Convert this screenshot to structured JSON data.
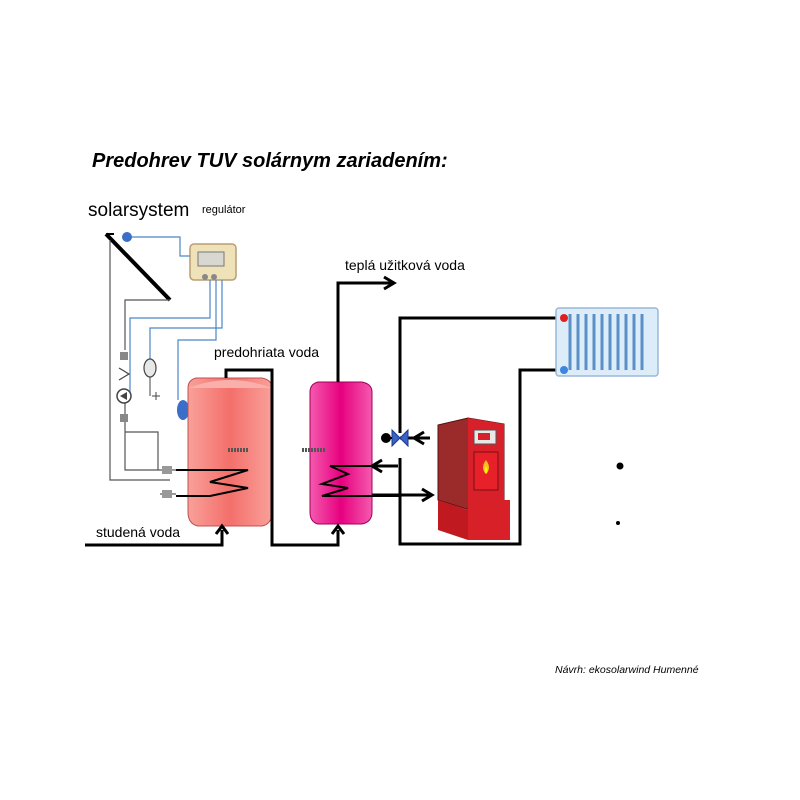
{
  "title": "Predohrev TUV solárnym zariadením:",
  "labels": {
    "solarsystem": "solarsystem",
    "regulator": "regulátor",
    "tepla_voda": "teplá užitková voda",
    "predohriata_voda": "predohriata voda",
    "studena_voda": "studená voda"
  },
  "credit": "Návrh: ekosolarwind Humenné",
  "colors": {
    "pipe": "#000000",
    "solar_line": "#4a86c8",
    "tank1": "#f7807a",
    "tank2": "#ee1a8c",
    "boiler": "#d8202a",
    "radiator": "#b8d8f0",
    "valve": "#3a62c8"
  }
}
